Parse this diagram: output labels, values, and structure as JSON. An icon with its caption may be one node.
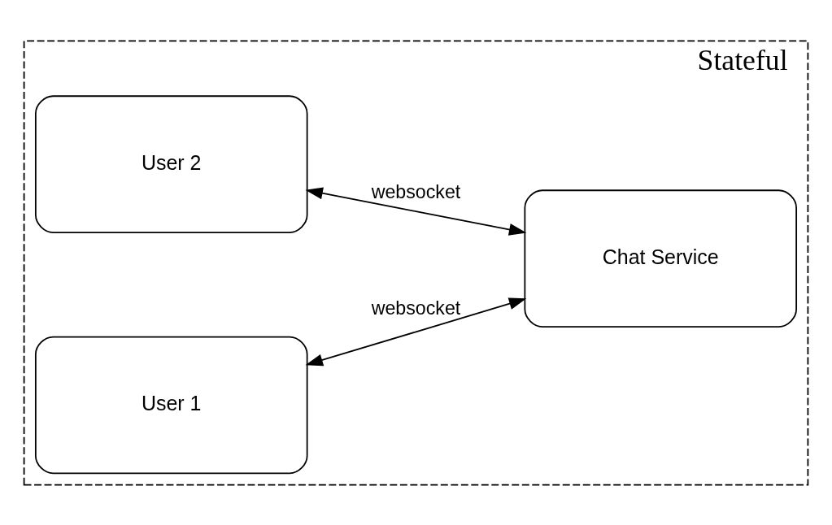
{
  "diagram": {
    "nodes": [
      {
        "text": [
          "Stateful"
        ]
      },
      {
        "text": [
          "User 1"
        ],
        "in": 0
      },
      {
        "text": [
          "User 2"
        ],
        "in": 0
      },
      {
        "text": [
          "Chat Service"
        ],
        "in": 0
      }
    ],
    "edges": [
      {
        "from": 3,
        "to": 1,
        "arrow": "both",
        "label": "websocket"
      },
      {
        "from": 3,
        "to": 2,
        "arrow": "both",
        "label": "websocket"
      }
    ]
  }
}
